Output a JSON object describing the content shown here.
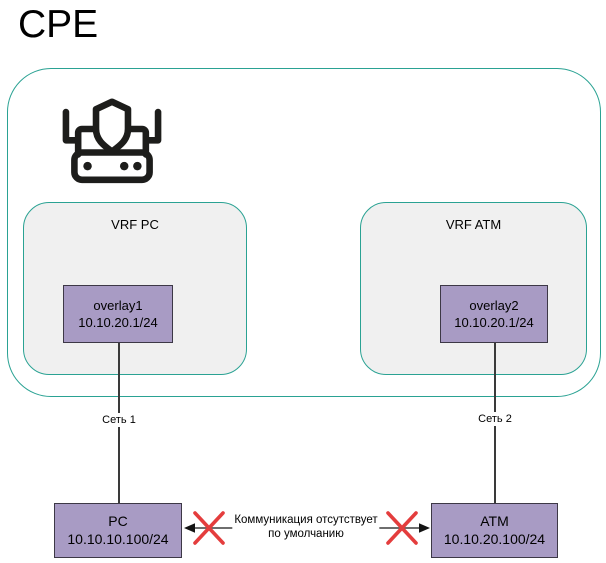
{
  "title": "CPE",
  "colors": {
    "teal_border": "#2aa293",
    "vrf_fill": "#f0f0f0",
    "node_purple": "#a89bc4",
    "node_border": "#3d3846",
    "connector": "#3a3a3a",
    "arrow_line": "#595959",
    "arrowhead": "#141414",
    "cross_red": "#e43d3d",
    "icon_black": "#1d1d1b"
  },
  "cpe": {
    "vrf_pc": {
      "label": "VRF PC",
      "overlay": {
        "name": "overlay1",
        "ip": "10.10.20.1/24"
      }
    },
    "vrf_atm": {
      "label": "VRF ATM",
      "overlay": {
        "name": "overlay2",
        "ip": "10.10.20.1/24"
      }
    }
  },
  "hosts": {
    "pc": {
      "name": "PC",
      "ip": "10.10.10.100/24"
    },
    "atm": {
      "name": "ATM",
      "ip": "10.10.20.100/24"
    }
  },
  "links": {
    "net1": {
      "label": "Сеть 1"
    },
    "net2": {
      "label": "Сеть 2"
    }
  },
  "no_comm": {
    "line1": "Коммуникация отсутствует",
    "line2": "по умолчанию"
  }
}
